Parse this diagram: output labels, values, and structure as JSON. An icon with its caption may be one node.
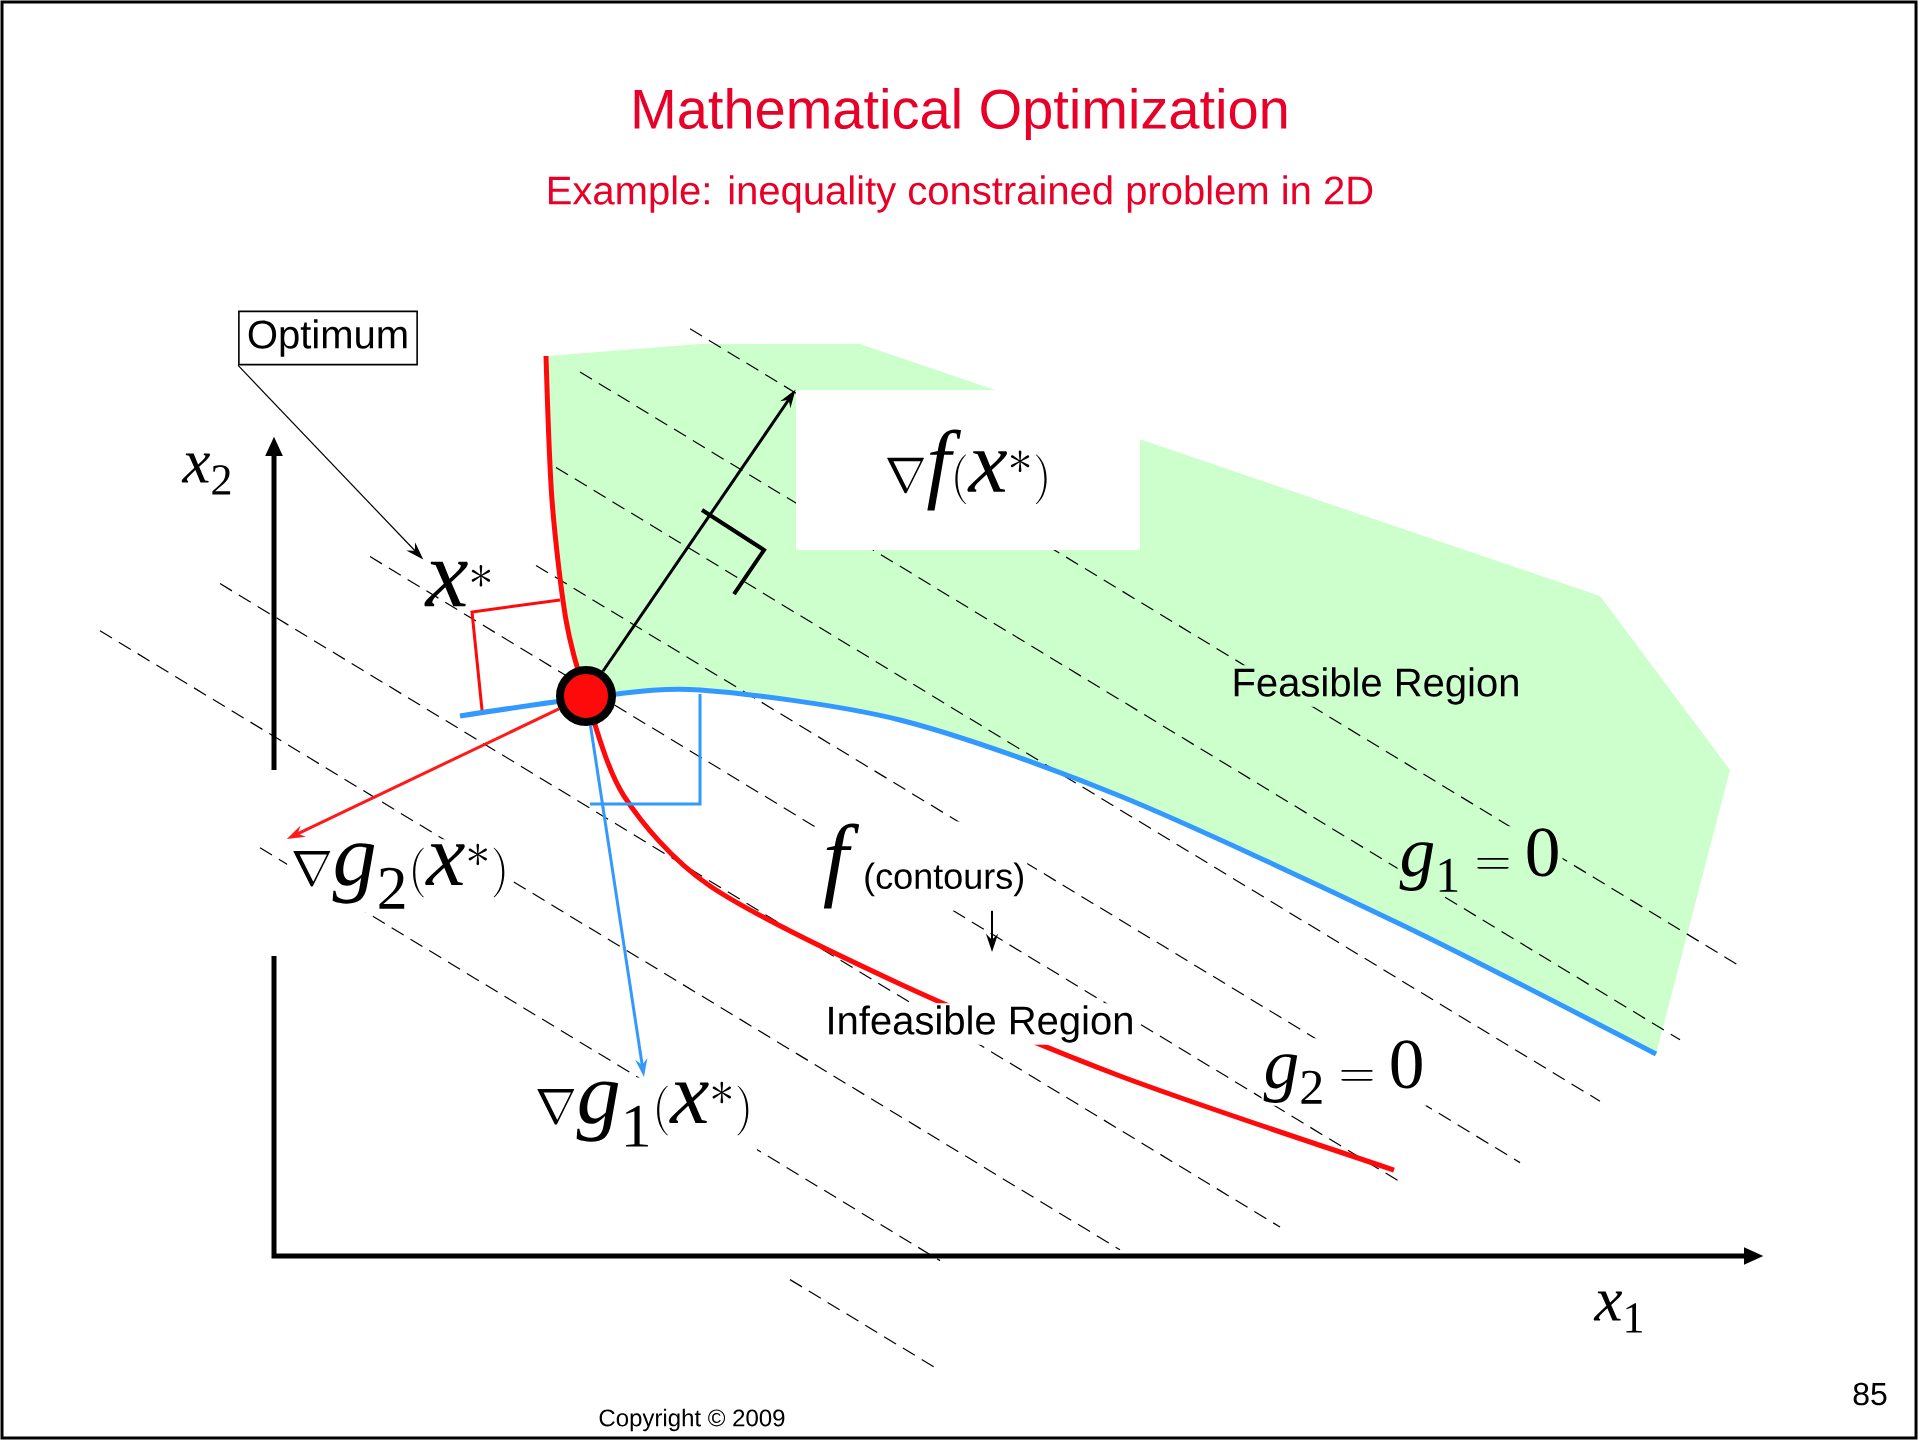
{
  "diagram": {
    "title": "Mathematical Optimization",
    "nodes": [
      {
        "text": [
          "Optimum"
        ]
      },
      {
        "text": [
          "x^*"
        ]
      },
      {
        "text": [],
        "shape": "circle"
      },
      {
        "text": [
          "\\nabla f(x^*)"
        ]
      },
      {
        "text": [
          "\\nabla g_2(x^*)"
        ]
      },
      {
        "text": [
          "\\nabla g_1(x^*)"
        ]
      },
      {
        "text": [
          "f",
          "(contours)"
        ]
      }
    ],
    "edges": [
      {
        "from": 0,
        "to": 1,
        "arrow": "to"
      },
      {
        "from": 2,
        "to": 3,
        "arrow": "to"
      },
      {
        "from": 2,
        "to": 4,
        "arrow": "to",
        "color": "#ff1a1a"
      },
      {
        "from": 2,
        "to": 5,
        "arrow": "to",
        "color": "#3399ff"
      },
      {
        "from": 6,
        "to": null,
        "arrow": "to"
      }
    ],
    "labels": [
      "Example: inequality constrained problem in 2D",
      "x_2",
      "Feasible Region",
      "g_1 = 0",
      "Infeasible Region",
      "g_2 = 0",
      "x_1",
      "Copyright © 2009",
      "85"
    ]
  }
}
